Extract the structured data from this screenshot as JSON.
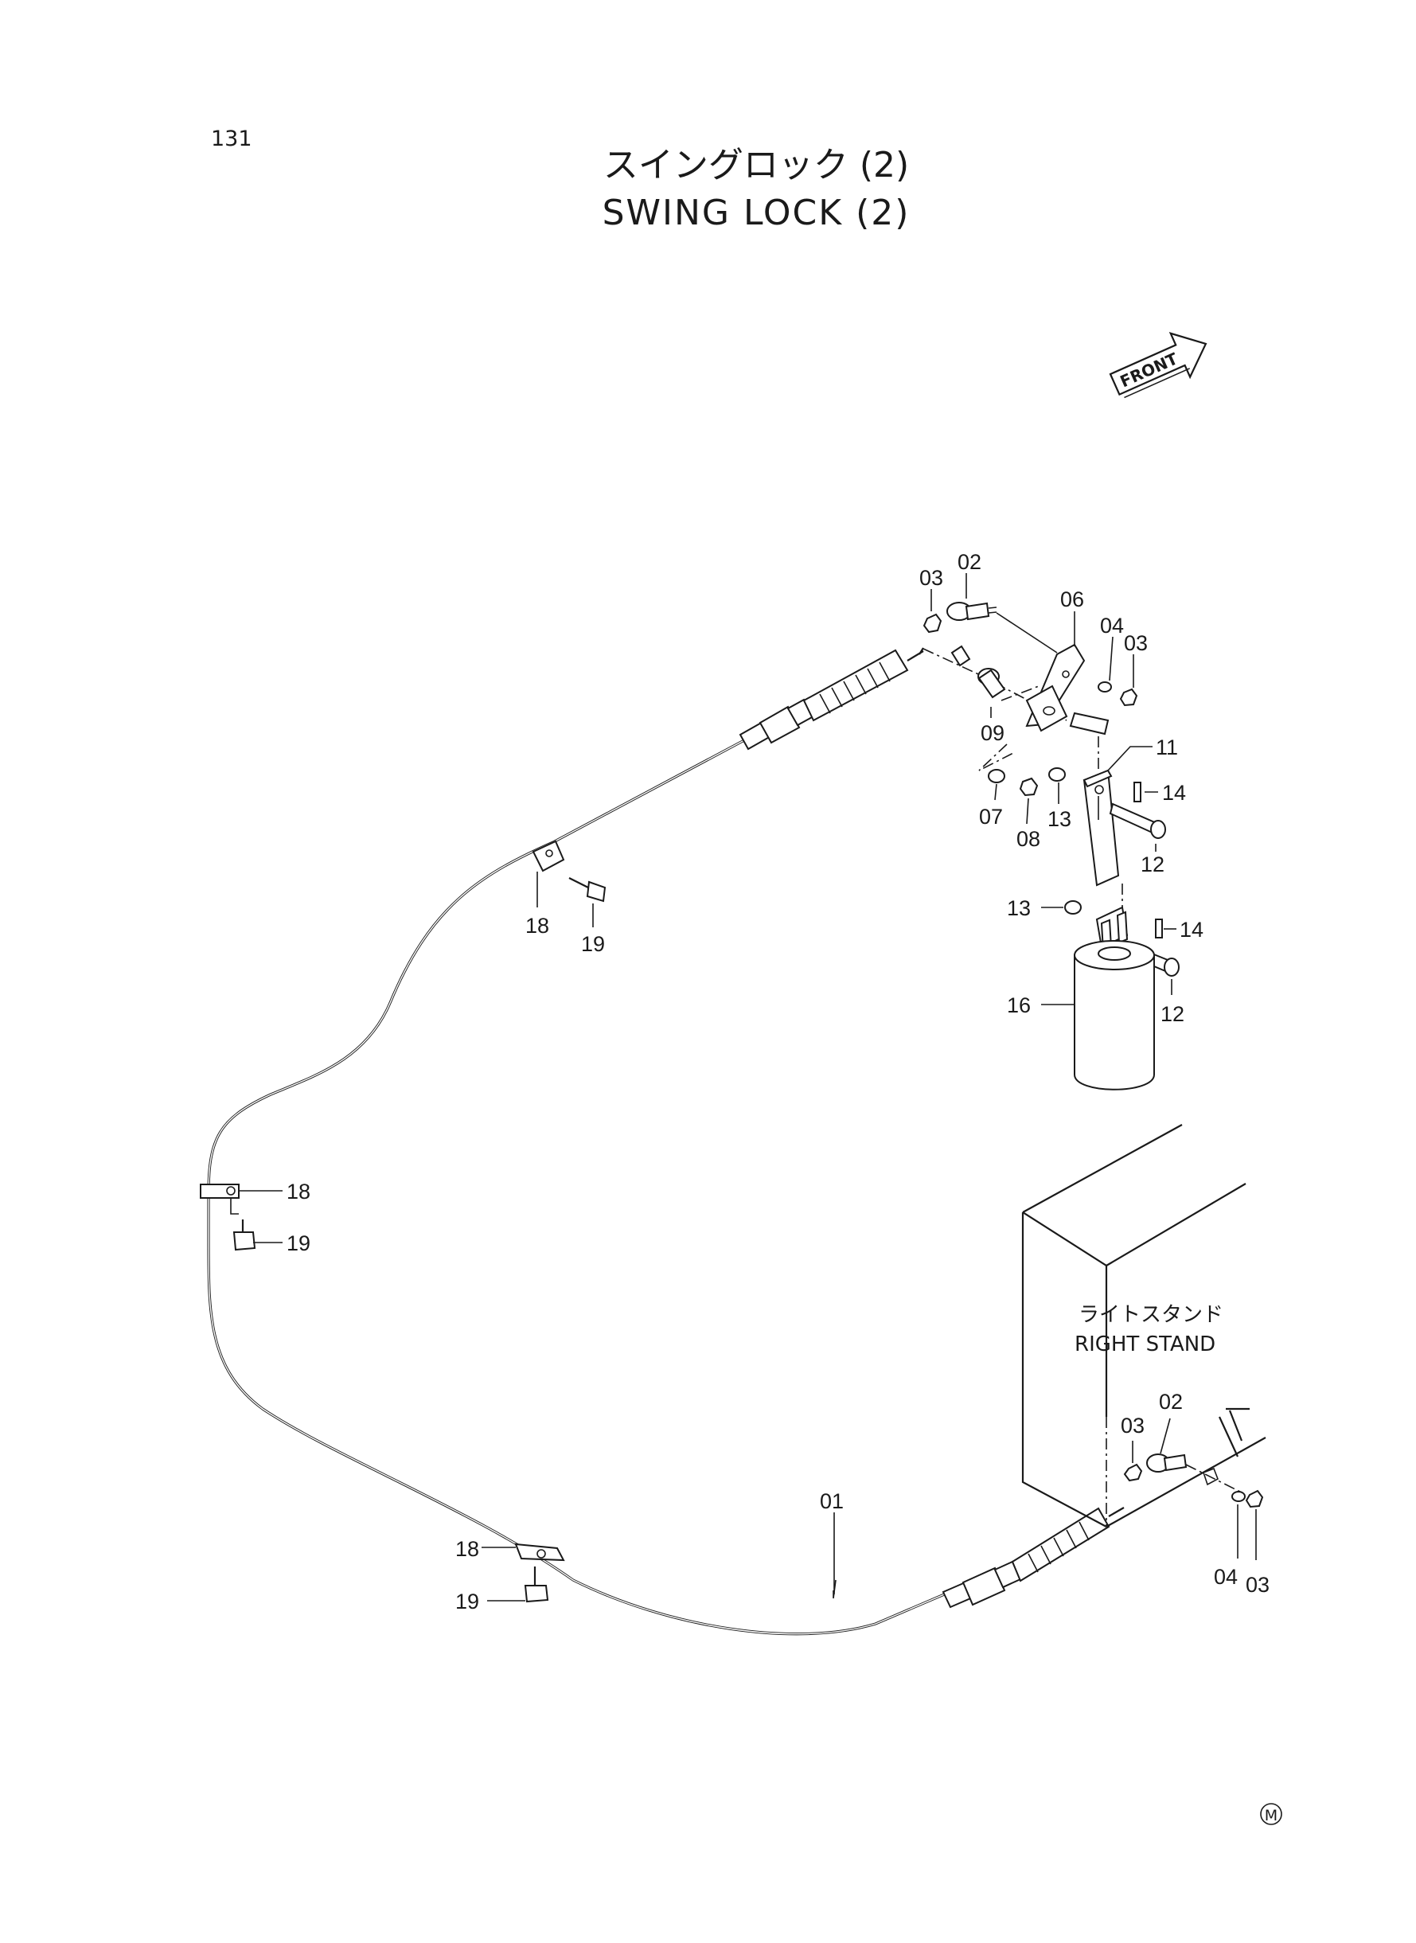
{
  "page_number": "131",
  "title": {
    "jp": "スイングロック (2)",
    "en": "SWING LOCK (2)"
  },
  "front_arrow_label": "FRONT",
  "stand_label": {
    "jp": "ライトスタンド",
    "en": "RIGHT STAND"
  },
  "callouts": {
    "c01": "01",
    "c02a": "02",
    "c03a": "03",
    "c06": "06",
    "c04a": "04",
    "c03b": "03",
    "c09": "09",
    "c11": "11",
    "c07": "07",
    "c08": "08",
    "c13a": "13",
    "c14a": "14",
    "c12a": "12",
    "c13b": "13",
    "c14b": "14",
    "c16": "16",
    "c12b": "12",
    "c18a": "18",
    "c19a": "19",
    "c18b": "18",
    "c19b": "19",
    "c18c": "18",
    "c19c": "19",
    "c03c": "03",
    "c02b": "02",
    "c04b": "04",
    "c03d": "03"
  },
  "footer_mark": "M"
}
